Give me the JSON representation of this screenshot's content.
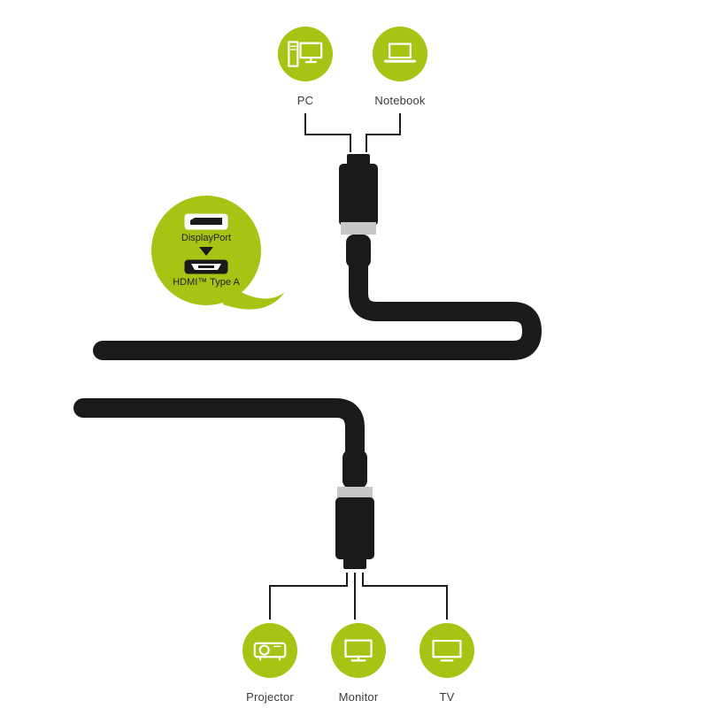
{
  "colors": {
    "green": "#a7c414",
    "ink": "#1a1a1a",
    "gray": "#c7c7c7",
    "label": "#3b3b3b"
  },
  "top_devices": [
    {
      "label": "PC"
    },
    {
      "label": "Notebook"
    }
  ],
  "bottom_devices": [
    {
      "label": "Projector"
    },
    {
      "label": "Monitor"
    },
    {
      "label": "TV"
    }
  ],
  "adapter": {
    "source_label": "DisplayPort",
    "target_label": "HDMI™ Type A"
  }
}
